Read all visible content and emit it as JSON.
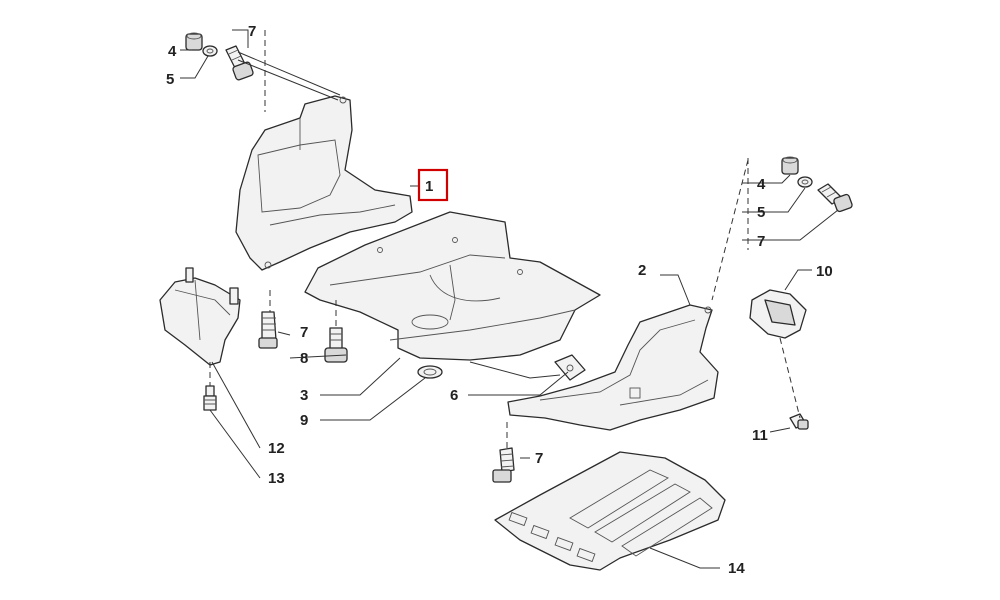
{
  "diagram": {
    "highlight_color": "#d00000",
    "callouts": [
      {
        "id": "c4a",
        "label": "4"
      },
      {
        "id": "c5a",
        "label": "5"
      },
      {
        "id": "c7a",
        "label": "7"
      },
      {
        "id": "c1",
        "label": "1"
      },
      {
        "id": "c7b",
        "label": "7"
      },
      {
        "id": "c8",
        "label": "8"
      },
      {
        "id": "c3",
        "label": "3"
      },
      {
        "id": "c9",
        "label": "9"
      },
      {
        "id": "c6",
        "label": "6"
      },
      {
        "id": "c12",
        "label": "12"
      },
      {
        "id": "c13",
        "label": "13"
      },
      {
        "id": "c2",
        "label": "2"
      },
      {
        "id": "c7c",
        "label": "7"
      },
      {
        "id": "c14",
        "label": "14"
      },
      {
        "id": "c4b",
        "label": "4"
      },
      {
        "id": "c5b",
        "label": "5"
      },
      {
        "id": "c7d",
        "label": "7"
      },
      {
        "id": "c10",
        "label": "10"
      },
      {
        "id": "c11",
        "label": "11"
      }
    ],
    "highlighted_callout": "1"
  }
}
